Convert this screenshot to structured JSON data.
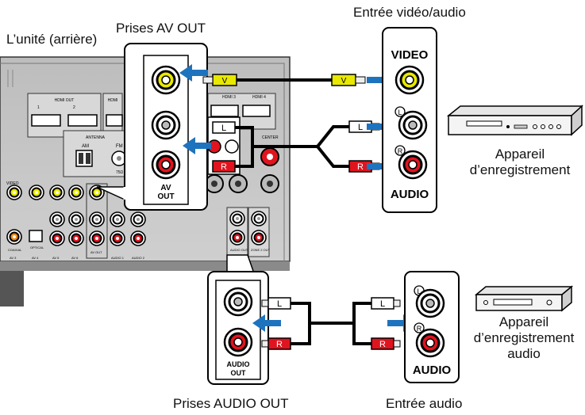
{
  "labels": {
    "unit_rear": "L’unité (arrière)",
    "av_out_jacks": "Prises AV OUT",
    "video_audio_input": "Entrée vidéo/audio",
    "recording_device_line1": "Appareil",
    "recording_device_line2": "d’enregistrement",
    "audio_recording_device_line1": "Appareil",
    "audio_recording_device_line2": "d’enregistrement",
    "audio_recording_device_line3": "audio",
    "audio_out_jacks": "Prises AUDIO OUT",
    "audio_input": "Entrée audio"
  },
  "panels": {
    "av_out_label_1": "AV",
    "av_out_label_2": "OUT",
    "video_label": "VIDEO",
    "audio_label": "AUDIO",
    "audio_out_label_1": "AUDIO",
    "audio_out_label_2": "OUT",
    "audio_in_label": "AUDIO"
  },
  "jack_marks": {
    "left": "L",
    "right": "R"
  },
  "plugs": {
    "video": "V",
    "left": "L",
    "right": "R"
  },
  "rear_panel_text": {
    "hdmi_out": "HDMI OUT",
    "hdmi_1": "1",
    "hdmi_2": "2",
    "hdmi_small": "HDMI",
    "hdmi_3": "HDMI 3",
    "hdmi_4": "HDMI 4",
    "antenna": "ANTENNA",
    "am": "AM",
    "fm": "FM",
    "fm_ohm": "75Ω",
    "center": "CENTER",
    "video": "VIDEO",
    "coaxial": "COAXIAL",
    "optical": "OPTICAL",
    "av3": "AV 3",
    "av4": "AV 4",
    "av5": "AV 5",
    "av6": "AV 6",
    "av_out": "AV OUT",
    "audio1": "AUDIO 1",
    "audio2": "AUDIO 2",
    "audio_out": "AUDIO OUT",
    "zone2": "ZONE 2 OUT"
  },
  "colors": {
    "arrow": "#1e73be",
    "video_yellow": "#e8e800",
    "audio_red": "#e0141e",
    "chassis": "#c9c9c9"
  }
}
